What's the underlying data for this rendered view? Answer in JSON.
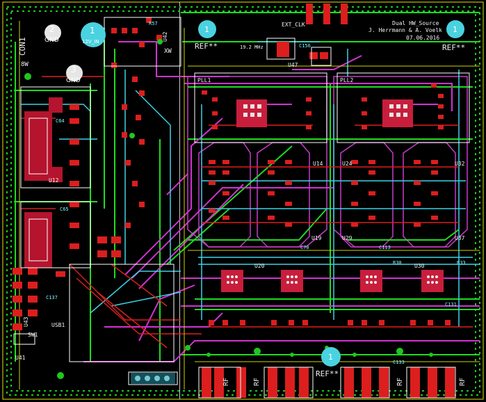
{
  "title": {
    "line1": "Dual HW_Source",
    "line2": "J. Herrmann & A. Voelk",
    "line3": "07.06.2016"
  },
  "pads": {
    "p1": "1",
    "p2": "2",
    "p3": "3",
    "gnd": "GND",
    "vin": "12V_IN",
    "ref_tl": "1",
    "ref_tr": "1",
    "ref_b": "1"
  },
  "refs": {
    "ref_left": "REF**",
    "ref_right": "REF**",
    "ref_bottom": "REF**",
    "freq": "19.2 MHz",
    "ext_clk": "EXT_CLK",
    "pll1": "PLL1",
    "pll2": "PLL2",
    "con1": "CON1",
    "con_sub": "8W",
    "u47": "U47",
    "u42": "U42",
    "xw": "XW",
    "u14": "U14",
    "u24": "U24",
    "u32": "U32",
    "u19": "U19",
    "u29": "U29",
    "u37": "U37",
    "u20": "U20",
    "u30": "U30",
    "u12": "U12",
    "u41": "U41",
    "u43": "U43",
    "sw1": "SW1",
    "usb1": "USB1",
    "r57": "R57",
    "c156": "C156",
    "c64": "C64",
    "c65": "C65",
    "c137": "C137",
    "r30": "R30",
    "r33": "R33",
    "c113": "C113",
    "c70": "C70",
    "c131": "C131",
    "c133": "C133",
    "rf": "RF"
  }
}
